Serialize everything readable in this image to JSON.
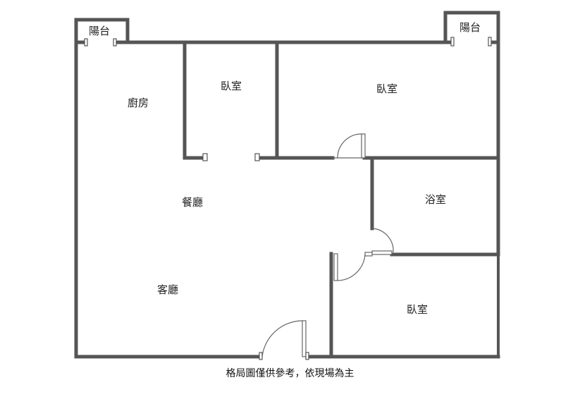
{
  "rooms": {
    "balcony_left": "陽台",
    "balcony_right": "陽台",
    "kitchen": "廚房",
    "bedroom_small": "臥室",
    "bedroom_main": "臥室",
    "bathroom": "浴室",
    "dining": "餐廳",
    "living": "客廳",
    "bedroom_lower": "臥室"
  },
  "caption": "格局圖僅供參考，依現場為主",
  "colors": {
    "wall": "#555555",
    "background": "#ffffff",
    "text": "#222222"
  }
}
